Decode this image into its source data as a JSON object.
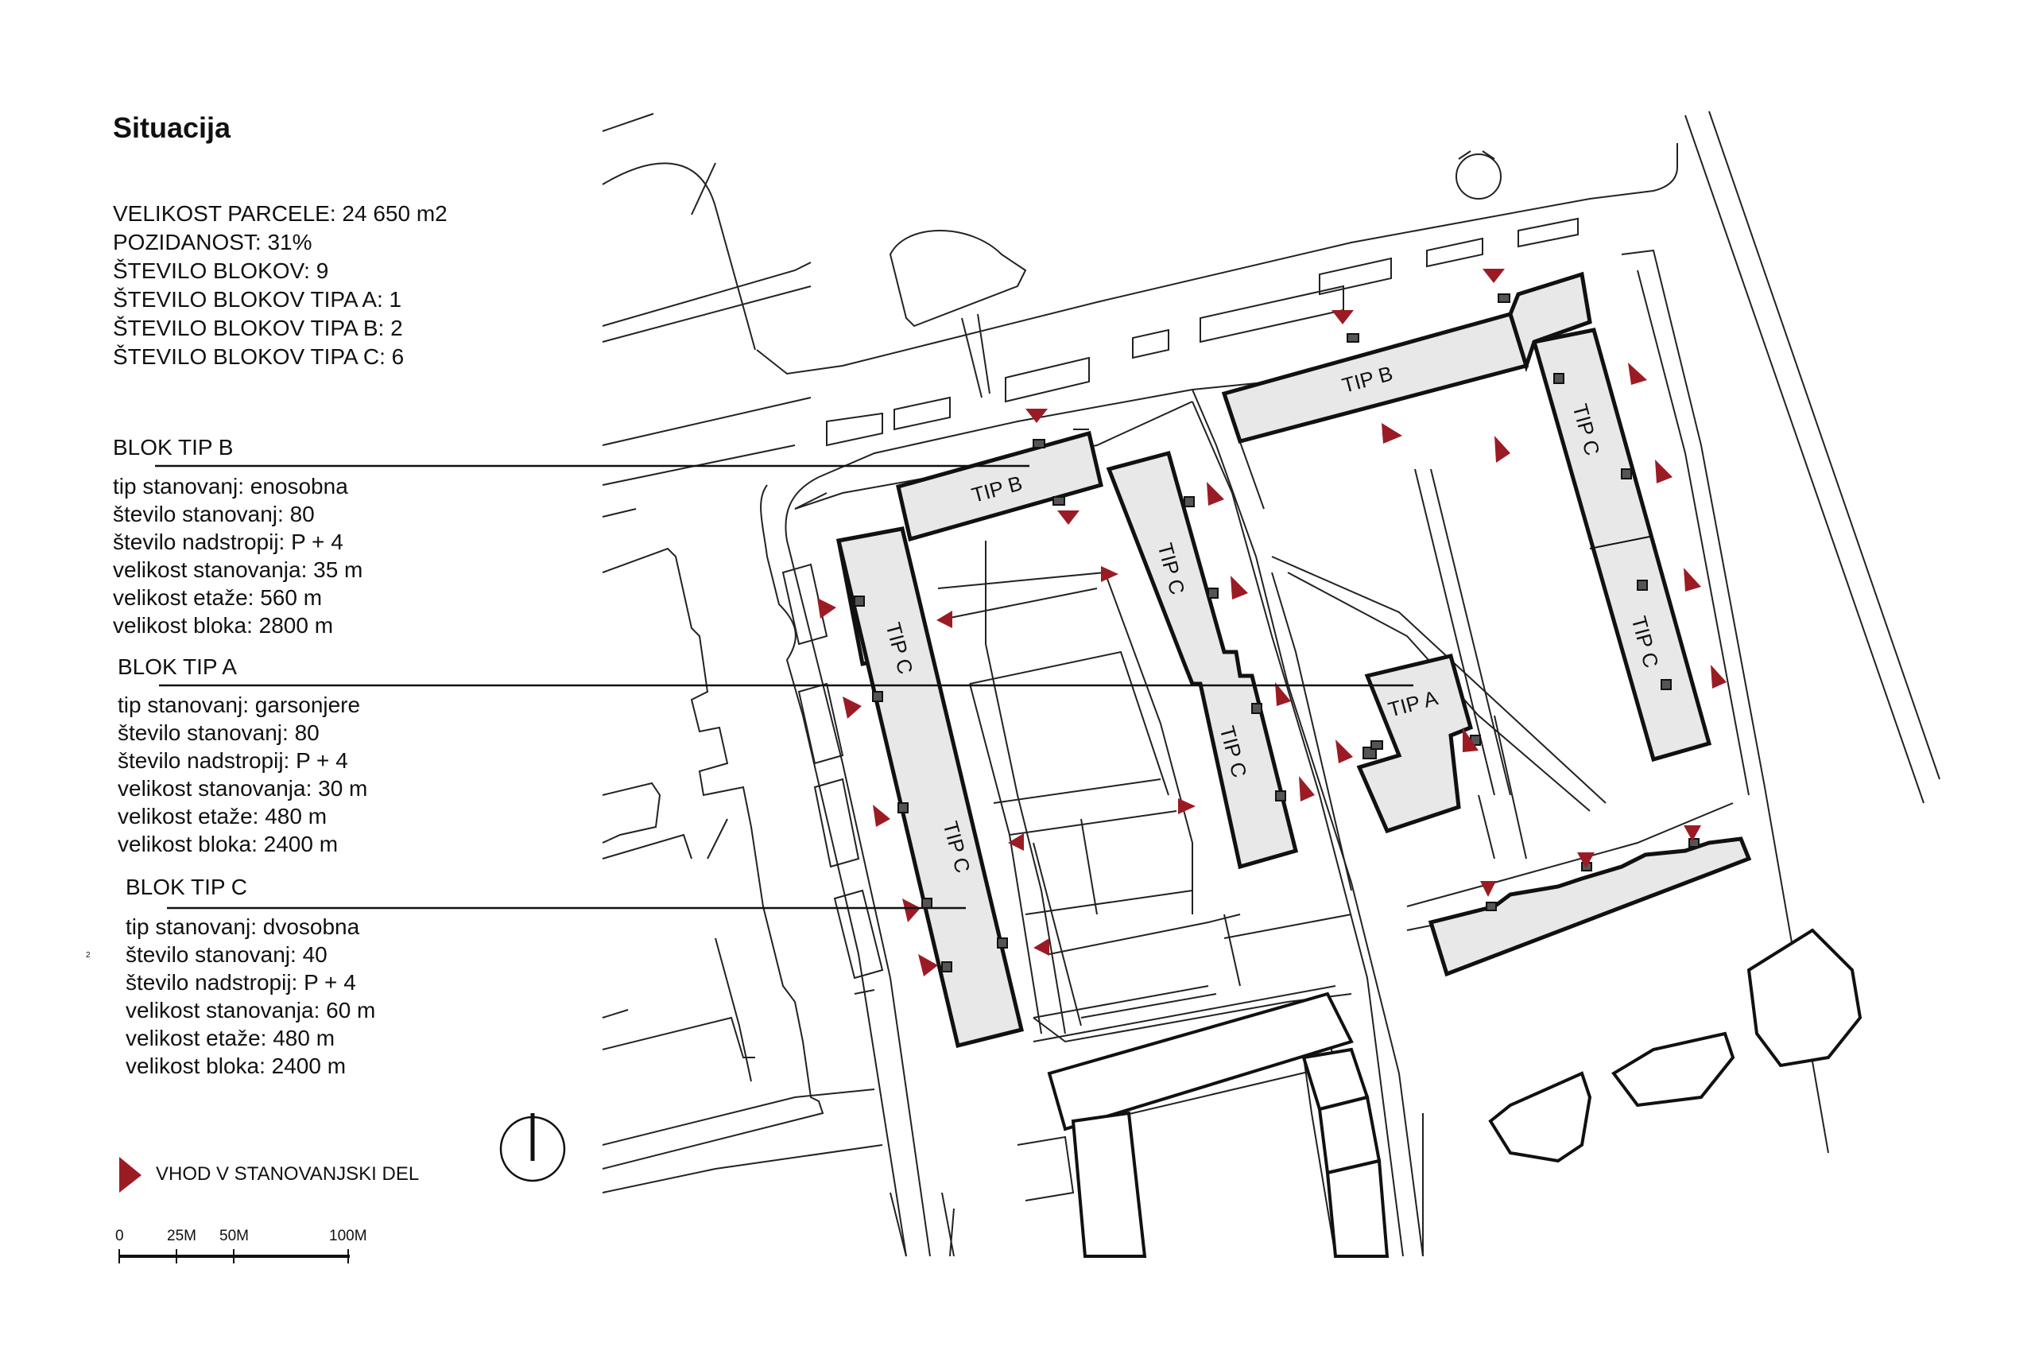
{
  "title": "Situacija",
  "stats": [
    "VELIKOST PARCELE: 24 650 m2",
    "POZIDANOST: 31%",
    "ŠTEVILO BLOKOV: 9",
    "ŠTEVILO BLOKOV TIPA A: 1",
    "ŠTEVILO BLOKOV TIPA B: 2",
    "ŠTEVILO BLOKOV TIPA C: 6"
  ],
  "block_b": {
    "heading": "BLOK TIP B",
    "lines": [
      "tip stanovanj: enosobna",
      "število stanovanj: 80",
      "število nadstropij: P + 4",
      "velikost stanovanja: 35 m",
      "velikost etaže: 560 m",
      "velikost bloka: 2800 m"
    ]
  },
  "block_a": {
    "heading": "BLOK TIP A",
    "lines": [
      "tip stanovanj: garsonjere",
      "število stanovanj: 80",
      "število nadstropij: P + 4",
      "velikost stanovanja: 30 m",
      "velikost etaže: 480 m",
      "velikost bloka: 2400 m"
    ]
  },
  "block_c": {
    "heading": "BLOK TIP C",
    "lines": [
      "tip stanovanj: dvosobna",
      "število stanovanj: 40",
      "število nadstropij: P + 4",
      "velikost stanovanja: 60 m",
      "velikost etaže: 480 m",
      "velikost bloka: 2400 m"
    ]
  },
  "map_labels": {
    "tip_a": "TIP A",
    "tip_b": "TIP B",
    "tip_c": "TIP C"
  },
  "legend": {
    "entrance_label": "VHOD V STANOVANJSKI DEL",
    "entrance_color": "#9b1b25"
  },
  "scale": {
    "labels": [
      "0",
      "25M",
      "50M",
      "100M"
    ]
  },
  "page_marker": "2",
  "icons": {
    "north": "north-arrow-icon",
    "entrance": "entrance-triangle-icon"
  }
}
